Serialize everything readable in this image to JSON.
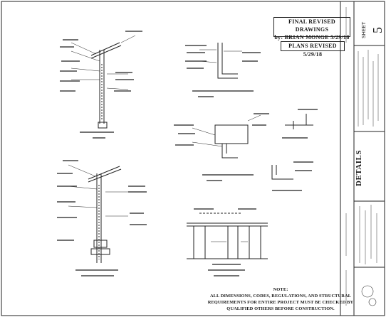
{
  "stamp": {
    "line1": "FINAL REVISED DRAWINGS",
    "line2": "by: BRIAN MONGE 5/29/18",
    "revised": "PLANS REVISED 5/29/18"
  },
  "title_block": {
    "sheet_word": "SHEET",
    "sheet_number": "5",
    "sheet_title": "DETAILS"
  },
  "note": {
    "heading": "NOTE:",
    "line1": "ALL DIMENSIONS, CODES, REGULATIONS, AND STRUCTURAL",
    "line2": "REQUIREMENTS FOR ENTIRE PROJECT MUST BE CHECKED BY",
    "line3": "QUALIFIED OTHERS BEFORE CONSTRUCTION."
  },
  "colors": {
    "ink": "#1a1a1a",
    "paper": "#ffffff"
  }
}
